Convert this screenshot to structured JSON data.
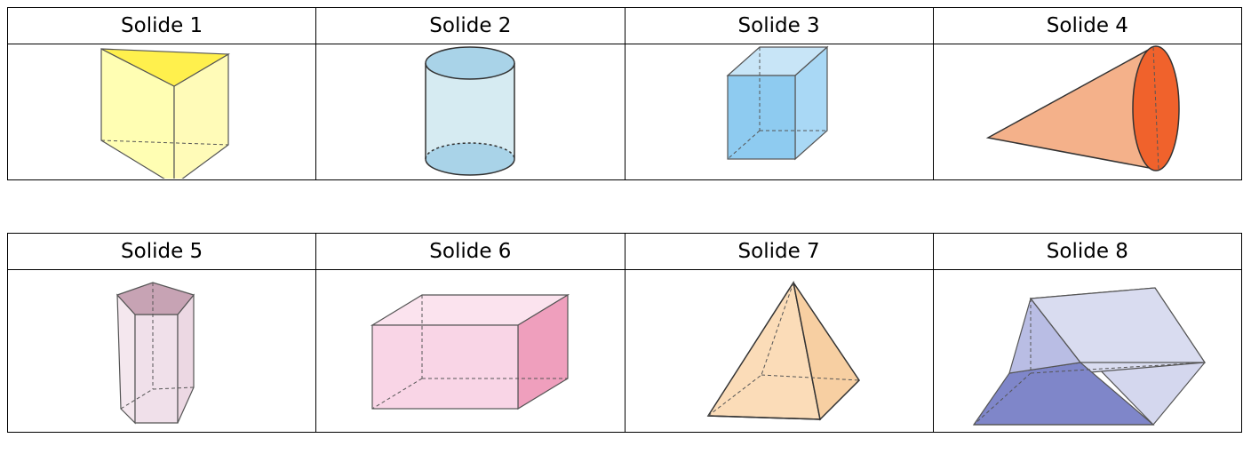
{
  "row1": {
    "labels": [
      "Solide 1",
      "Solide 2",
      "Solide 3",
      "Solide 4"
    ],
    "shapes": [
      "triangular-prism",
      "cylinder",
      "cube",
      "cone"
    ]
  },
  "row2": {
    "labels": [
      "Solide 5",
      "Solide 6",
      "Solide 7",
      "Solide 8"
    ],
    "shapes": [
      "pentagonal-prism",
      "rectangular-prism",
      "square-pyramid",
      "trapezoidal-prism"
    ]
  },
  "colors": {
    "prism_yellow": "#fffeb3",
    "prism_yellow_top": "#fff04d",
    "cylinder_blue": "#d6ebf2",
    "cylinder_cap": "#a9d3e8",
    "cube_blue": "#8ecbf0",
    "cone_orange": "#f4b18a",
    "cone_base": "#f0622c",
    "pent_mauve": "#f0e0ea",
    "pent_top": "#c7a3b4",
    "box_pink": "#f9d5e6",
    "box_side": "#ef9fbd",
    "pyramid_peach": "#fbdcb8",
    "trap_lavender": "#c9cdea",
    "trap_front": "#7f86c9"
  }
}
